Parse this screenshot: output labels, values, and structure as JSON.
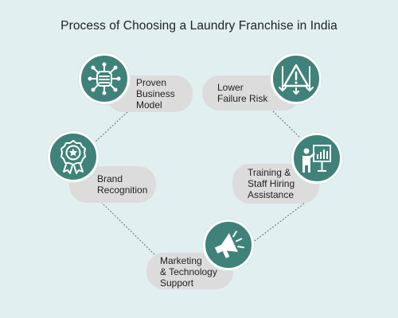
{
  "title": "Process of Choosing a Laundry Franchise in India",
  "colors": {
    "background": "#e1eff0",
    "badge": "#3f8279",
    "pill": "#dcdcdc",
    "connector": "#6a6a6a"
  },
  "steps": [
    {
      "icon": "network-hub-icon",
      "lines": [
        "Proven",
        "Business",
        "Model"
      ]
    },
    {
      "icon": "risk-warning-icon",
      "lines": [
        "Lower",
        "Failure Risk"
      ]
    },
    {
      "icon": "award-medal-icon",
      "lines": [
        "Brand",
        "Recognition"
      ]
    },
    {
      "icon": "presentation-trainer-icon",
      "lines": [
        "Training &",
        "Staff Hiring",
        "Assistance"
      ]
    },
    {
      "icon": "megaphone-icon",
      "lines": [
        "Marketing",
        "& Technology",
        "Support"
      ]
    }
  ]
}
